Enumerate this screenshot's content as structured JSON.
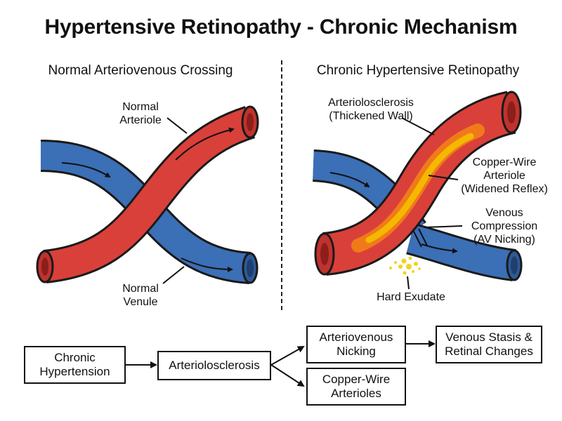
{
  "title": "Hypertensive Retinopathy - Chronic Mechanism",
  "left_panel": {
    "title": "Normal Arteriovenous Crossing",
    "labels": {
      "arteriole": "Normal\nArteriole",
      "venule": "Normal\nVenule"
    }
  },
  "right_panel": {
    "title": "Chronic Hypertensive Retinopathy",
    "labels": {
      "arteriolosclerosis": "Arteriolosclerosis\n(Thickened Wall)",
      "copper_wire": "Copper-Wire\nArteriole\n(Widened Reflex)",
      "venous_compression": "Venous\nCompression\n(AV Nicking)",
      "hard_exudate": "Hard Exudate"
    }
  },
  "flowchart": {
    "boxes": {
      "chronic_hypertension": "Chronic\nHypertension",
      "arteriolosclerosis": "Arteriolosclerosis",
      "av_nicking": "Arteriovenous\nNicking",
      "copper_wire": "Copper-Wire\nArterioles",
      "venous_stasis": "Venous Stasis &\nRetinal Changes"
    }
  },
  "colors": {
    "artery": "#d9403a",
    "artery_outline": "#1a1a1a",
    "vein": "#3b6fb6",
    "copper_reflex": "#f5b800",
    "copper_edge": "#f07a1a",
    "exudate": "#f2d21c"
  }
}
